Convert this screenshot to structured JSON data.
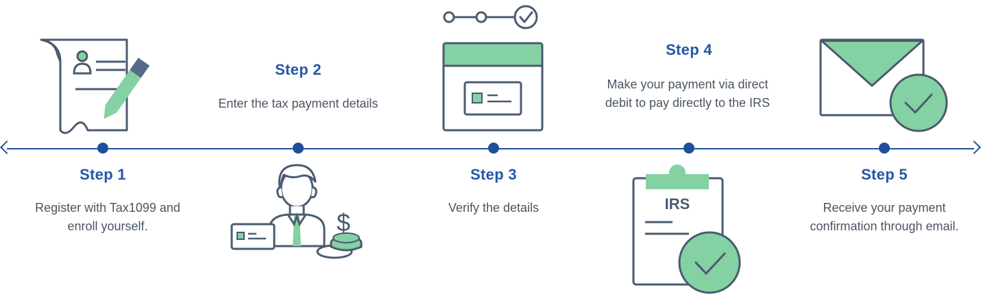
{
  "colors": {
    "outline": "#4a5a70",
    "accent_green": "#84d1a3",
    "timeline_blue": "#22509a",
    "title_blue": "#2457a6",
    "text_gray": "#4a5562",
    "pen_dark": "#566b85"
  },
  "steps": [
    {
      "title": "Step 1",
      "description": "Register with Tax1099 and enroll yourself.",
      "icon": "registration-form-pen-icon"
    },
    {
      "title": "Step 2",
      "description": "Enter the tax payment details",
      "icon": "person-payment-card-coins-icon"
    },
    {
      "title": "Step 3",
      "description": "Verify the details",
      "icon": "progress-window-card-icon"
    },
    {
      "title": "Step 4",
      "description": "Make your payment via direct debit to pay directly to the IRS",
      "icon": "irs-clipboard-check-icon"
    },
    {
      "title": "Step 5",
      "description": "Receive your payment confirmation through email.",
      "icon": "envelope-check-icon"
    }
  ],
  "irs_label": "IRS",
  "dollar_sign": "$"
}
